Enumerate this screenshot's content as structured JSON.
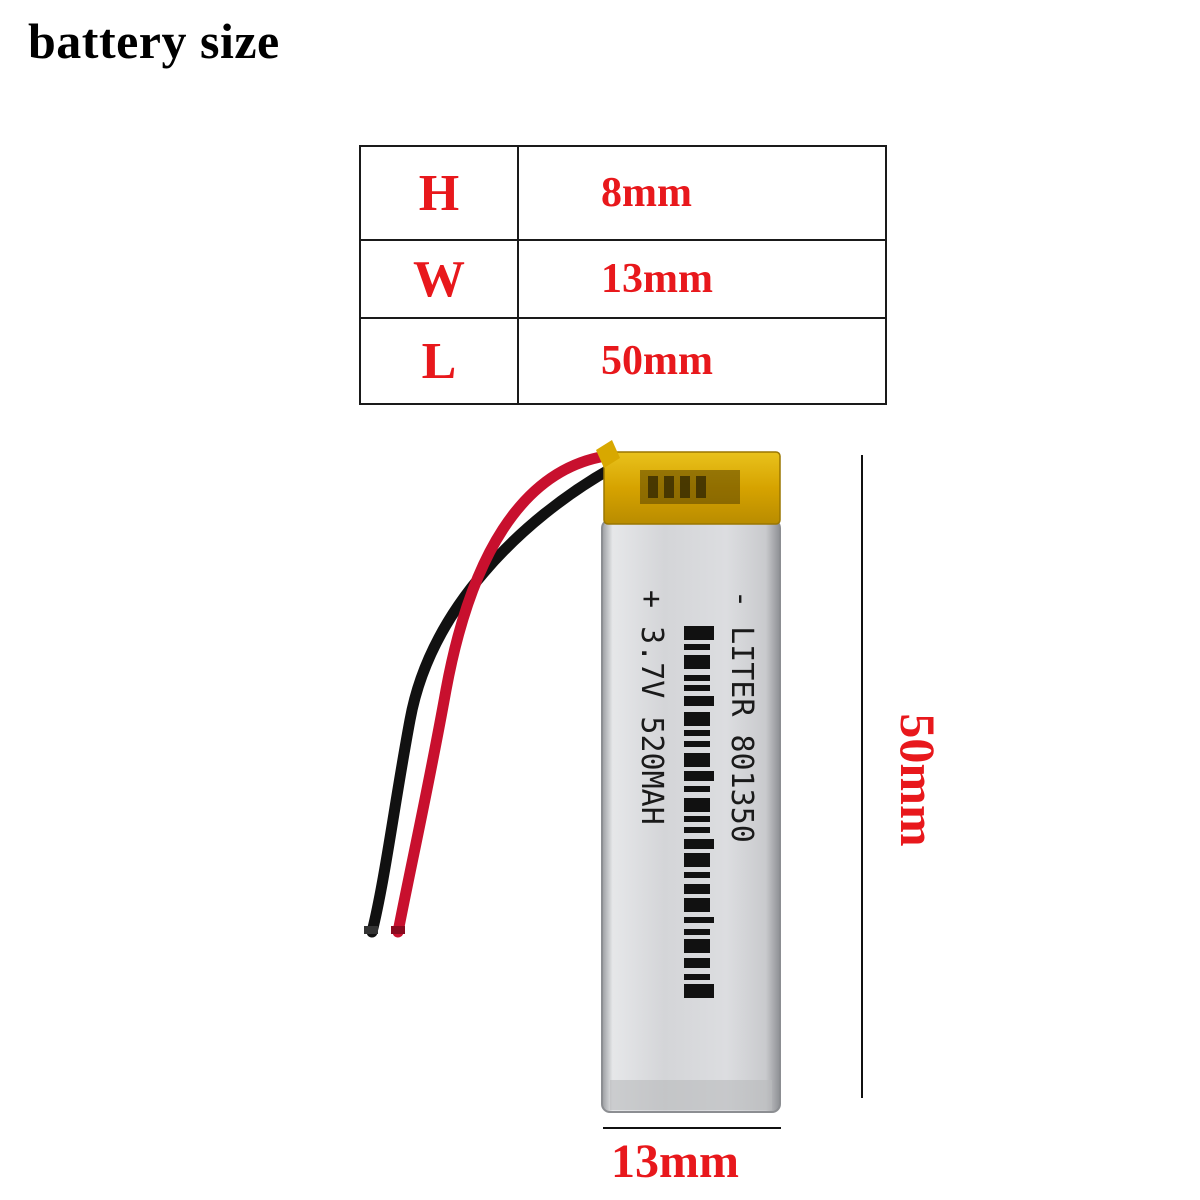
{
  "title": "battery size",
  "dimensions_table": [
    {
      "key": "H",
      "value": "8mm"
    },
    {
      "key": "W",
      "value": "13mm"
    },
    {
      "key": "L",
      "value": "50mm"
    }
  ],
  "battery": {
    "print_line_1": "- LITER 801350",
    "print_line_2": "+ 3.7V 520MAH"
  },
  "dimension_labels": {
    "width": "13mm",
    "length": "50mm"
  },
  "colors": {
    "label_red": "#e8181c",
    "wire_red": "#c8102e",
    "wire_black": "#111111",
    "kapton_tape": "#d9a800",
    "cell_silver": "#d7d8da"
  }
}
